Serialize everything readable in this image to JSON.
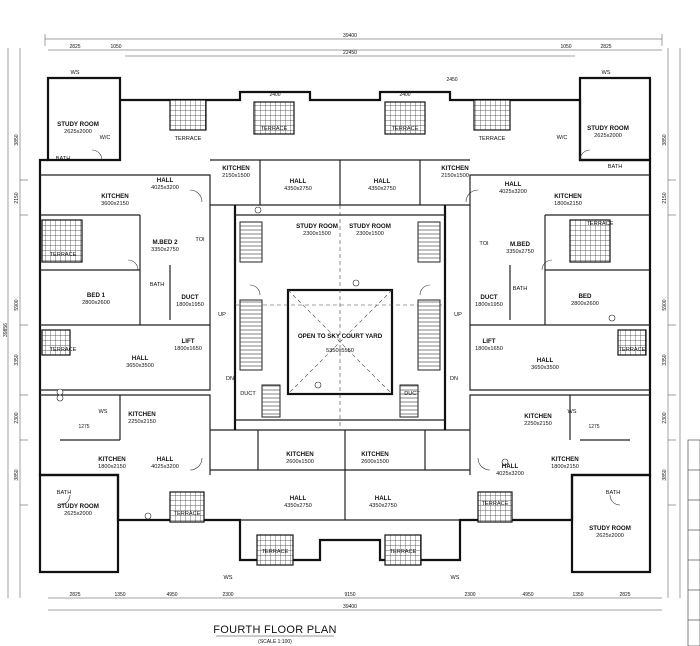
{
  "title": "FOURTH FLOOR PLAN",
  "scale": "(SCALE 1:100)",
  "dimensions": {
    "top_total": "39400",
    "top_inner": "22450",
    "top_left_1": "2825",
    "top_left_2": "1050",
    "top_right_1": "1050",
    "top_right_2": "2825",
    "top_center": "2450",
    "top_mid_left": "2400",
    "top_mid_right": "2400",
    "bottom_total": "39400",
    "bottom_left_1": "2825",
    "bottom_left_2": "1350",
    "bottom_left_3": "4950",
    "bottom_left_4": "2300",
    "bottom_center": "9150",
    "bottom_right_4": "2300",
    "bottom_right_3": "4950",
    "bottom_right_2": "1350",
    "bottom_right_1": "2825",
    "left_total": "39856",
    "left_1": "3850",
    "left_2": "2150",
    "left_3": "5900",
    "left_4": "3350",
    "left_5": "2300",
    "left_6": "3850",
    "right_1": "3850",
    "right_2": "2150",
    "right_3": "5900",
    "right_4": "3350",
    "right_5": "2300",
    "right_6": "3850",
    "wc_width": "1275"
  },
  "rooms": [
    {
      "name": "STUDY ROOM",
      "size": "2625x2000"
    },
    {
      "name": "STUDY ROOM",
      "size": "2625x2000"
    },
    {
      "name": "STUDY ROOM",
      "size": "2625x2000"
    },
    {
      "name": "STUDY ROOM",
      "size": "2625x2000"
    },
    {
      "name": "KITCHEN",
      "size": "2150x1500"
    },
    {
      "name": "KITCHEN",
      "size": "2150x1500"
    },
    {
      "name": "KITCHEN",
      "size": "3600x2150"
    },
    {
      "name": "KITCHEN",
      "size": "1800x2150"
    },
    {
      "name": "KITCHEN",
      "size": "2250x2150"
    },
    {
      "name": "KITCHEN",
      "size": "2250x2150"
    },
    {
      "name": "KITCHEN",
      "size": "1800x2150"
    },
    {
      "name": "KITCHEN",
      "size": "1800x2150"
    },
    {
      "name": "KITCHEN",
      "size": "2600x1500"
    },
    {
      "name": "KITCHEN",
      "size": "2600x1500"
    },
    {
      "name": "HALL",
      "size": "4025x3200"
    },
    {
      "name": "HALL",
      "size": "4350x2750"
    },
    {
      "name": "HALL",
      "size": "4350x2750"
    },
    {
      "name": "HALL",
      "size": "4025x3200"
    },
    {
      "name": "HALL",
      "size": "3650x3500"
    },
    {
      "name": "HALL",
      "size": "3650x3500"
    },
    {
      "name": "HALL",
      "size": "4025x3200"
    },
    {
      "name": "HALL",
      "size": "4025x3200"
    },
    {
      "name": "HALL",
      "size": "4350x2750"
    },
    {
      "name": "HALL",
      "size": "4350x2750"
    },
    {
      "name": "M.BED 2",
      "size": "3350x2750"
    },
    {
      "name": "M.BED",
      "size": "3350x2750"
    },
    {
      "name": "BED 1",
      "size": "2800x2600"
    },
    {
      "name": "BED",
      "size": "2800x2600"
    },
    {
      "name": "STUDY ROOM",
      "size": "2300x1500"
    },
    {
      "name": "STUDY ROOM",
      "size": "2300x1500"
    },
    {
      "name": "LIFT",
      "size": "1800x1650"
    },
    {
      "name": "LIFT",
      "size": "1800x1650"
    },
    {
      "name": "DUCT",
      "size": "1800x1950"
    },
    {
      "name": "DUCT",
      "size": "1800x1950"
    },
    {
      "name": "OPEN TO SKY COURT YARD",
      "size": "5350x5550"
    }
  ],
  "labels": {
    "terrace": "TERRACE",
    "bath": "BATH",
    "wc": "W/C",
    "ws": "WS",
    "dn": "DN",
    "up": "UP",
    "toi": "TOI",
    "duct": "DUCT"
  }
}
